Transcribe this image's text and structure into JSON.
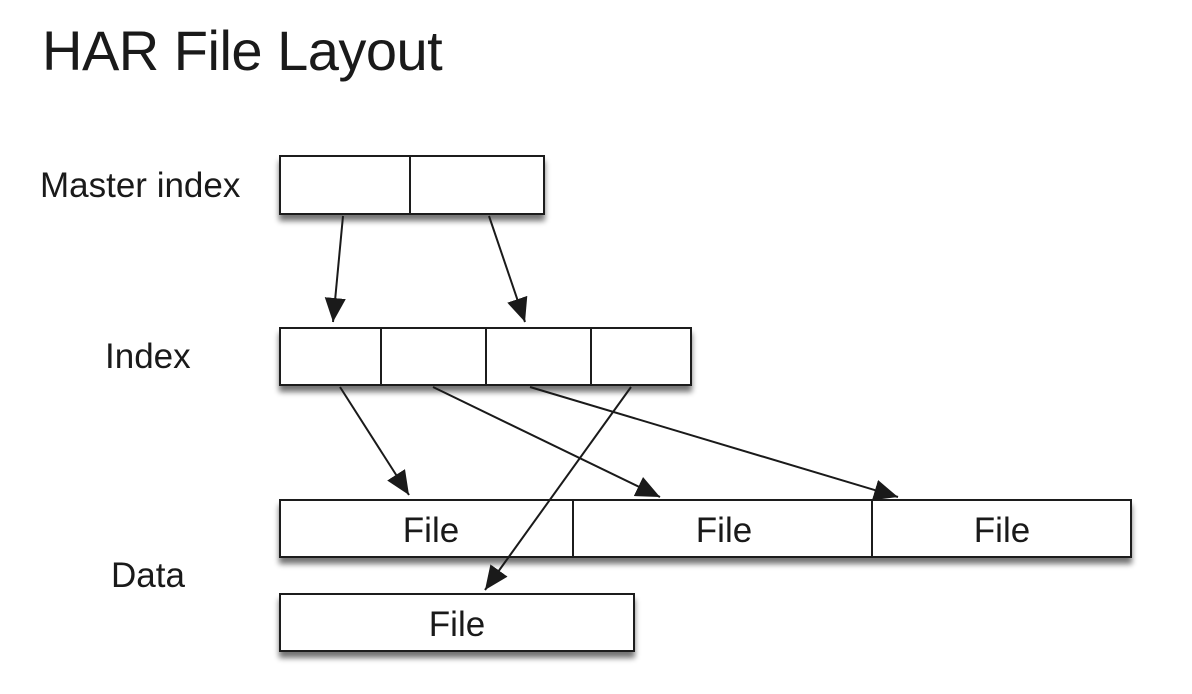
{
  "title": "HAR File Layout",
  "labels": {
    "master_index": "Master index",
    "index": "Index",
    "data": "Data"
  },
  "file_label": "File",
  "colors": {
    "stroke": "#1a1a1a",
    "fill": "#ffffff",
    "shadow": "#9a9a9a"
  }
}
